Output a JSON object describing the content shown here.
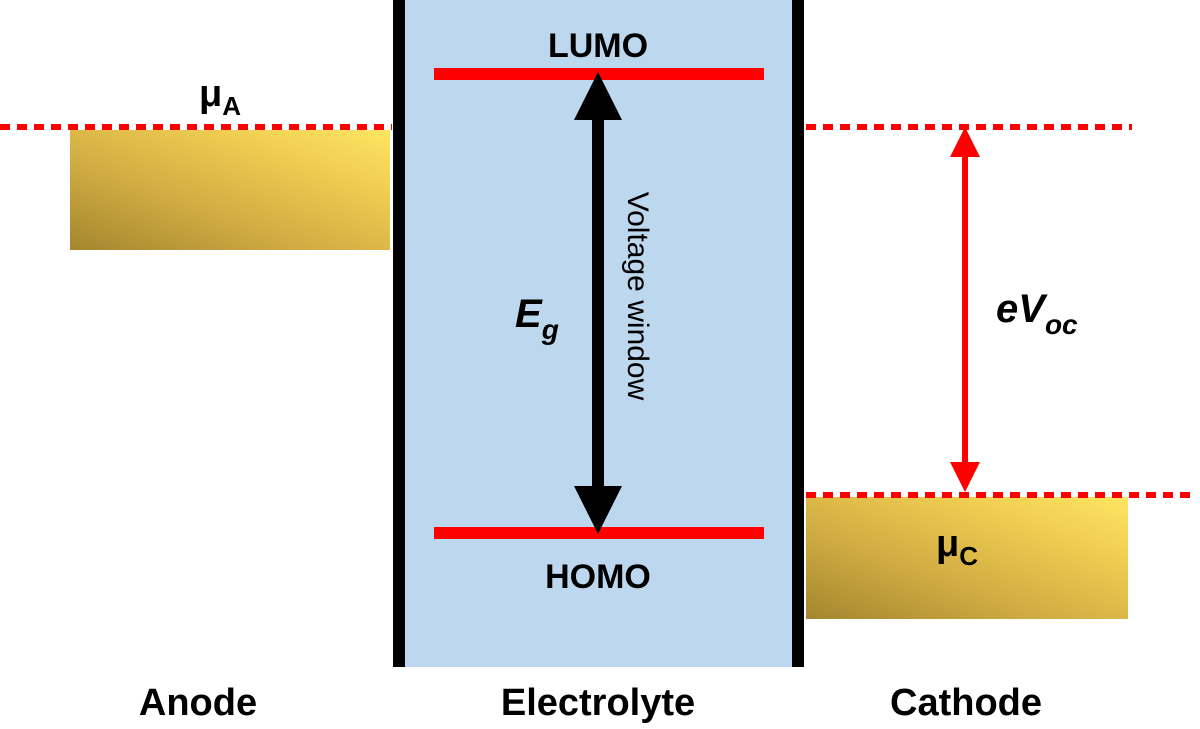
{
  "labels": {
    "anode": "Anode",
    "electrolyte": "Electrolyte",
    "cathode": "Cathode",
    "lumo": "LUMO",
    "homo": "HOMO",
    "voltage_window": "Voltage window",
    "mu_symbol": "μ",
    "mu_a_subscript": "A",
    "mu_c_subscript": "C",
    "eg_main": "E",
    "eg_subscript": "g",
    "evoc_main": "eV",
    "evoc_subscript": "oc"
  },
  "colors": {
    "electrolyte_fill": "#bdd7ee",
    "electrode_wall": "#000000",
    "orbital_level": "#ff0000",
    "chemical_potential_line": "#ff0000",
    "voltage_arrow": "#ff0000",
    "gap_arrow": "#000000",
    "electrode_gold_light": "#ffe15a",
    "electrode_gold_dark": "#a88a30"
  }
}
